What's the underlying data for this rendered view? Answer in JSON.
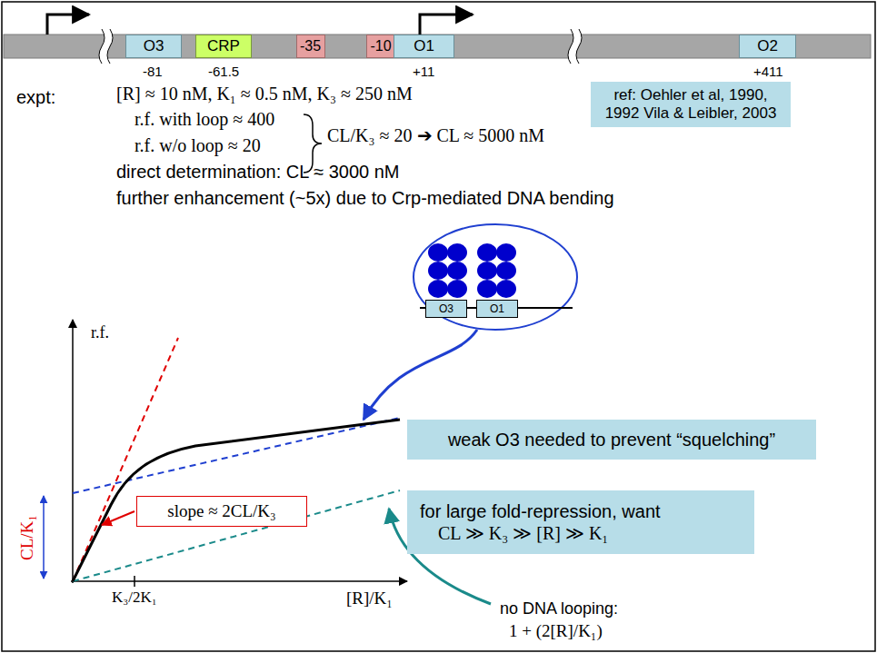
{
  "diagram": {
    "nodes": [
      {
        "text": [
          "O3"
        ]
      },
      {
        "text": [
          "CRP"
        ]
      },
      {
        "text": [
          "-35"
        ]
      },
      {
        "text": [
          "-10"
        ]
      },
      {
        "text": [
          "O1"
        ]
      },
      {
        "text": [
          "O2"
        ]
      },
      {
        "text": [
          "ref: Oehler et al, 1990, 1992 Vila & Leibler, 2003"
        ]
      },
      {
        "text": [
          "O3"
        ]
      },
      {
        "text": [
          "O1"
        ]
      },
      {
        "text": [
          "weak O3 needed to prevent “squelching”"
        ]
      },
      {
        "text": [
          "slope ≈ 2CL/K₃"
        ]
      },
      {
        "text": [
          "for large fold-repression, want",
          "CL ≫ K₃ ≫ [R] ≫ K₁"
        ]
      }
    ],
    "labels": [
      "-81",
      "-61.5",
      "+11",
      "+411",
      "expt:",
      "[R] ≈ 10 nM, K₁ ≈ 0.5 nM, K₃ ≈ 250 nM",
      "r.f. with loop ≈ 400",
      "r.f. w/o loop ≈ 20",
      "CL/K₃ ≈ 20 ➔ CL ≈ 5000 nM",
      "direct determination: CL ≈ 3000 nM",
      "further enhancement (~5x) due to Crp-mediated DNA bending",
      "r.f.",
      "CL/K₁",
      "K₃/2K₁",
      "[R]/K₁",
      "no DNA looping:",
      "1 + (2[R]/K₁)"
    ]
  }
}
